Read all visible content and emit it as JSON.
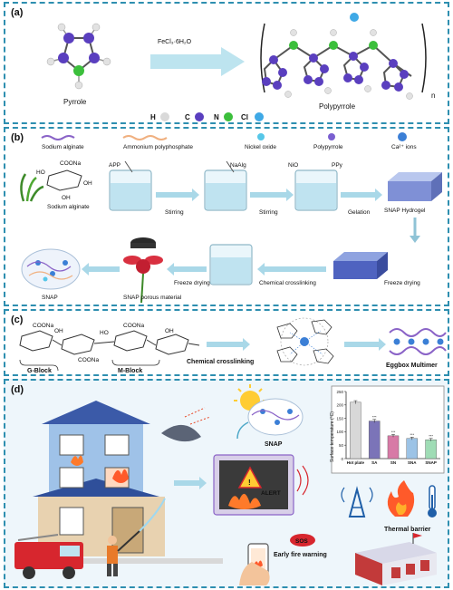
{
  "panel_a": {
    "tag": "(a)",
    "reactant": "Pyrrole",
    "reagent": "FeCl₃·6H₂O",
    "product": "Polypyrrole",
    "subscript_n": "n",
    "legend": [
      {
        "label": "H",
        "color": "#d9d9d9"
      },
      {
        "label": "C",
        "color": "#5a3fbf"
      },
      {
        "label": "N",
        "color": "#3cbf3c"
      },
      {
        "label": "Cl",
        "color": "#3fa9e6"
      }
    ]
  },
  "panel_b": {
    "tag": "(b)",
    "legend": [
      {
        "label": "Sodium alginate",
        "color": "#8a63c7"
      },
      {
        "label": "Ammonium polyphosphate",
        "color": "#f0b080"
      },
      {
        "label": "Nickel oxide",
        "color": "#57c7e8"
      },
      {
        "label": "Polypyrrole",
        "color": "#7a5fd0"
      },
      {
        "label": "Ca²⁺ ions",
        "color": "#3b7fd6"
      }
    ],
    "sa_label": "Sodium alginate",
    "sa_groups": [
      "COONa",
      "OH",
      "OH",
      "HO"
    ],
    "additions": [
      "APP",
      "NaAlg",
      "NiO",
      "PPy"
    ],
    "steps_top": [
      "Stirring",
      "Stirring",
      "Gelation"
    ],
    "hydrogel": "SNAP Hydrogel",
    "steps_bottom": [
      "Freeze drying",
      "Chemical crosslinking",
      "Freeze drying"
    ],
    "porous": "SNAP porous material",
    "snap": "SNAP"
  },
  "panel_c": {
    "tag": "(c)",
    "g_block": "G-Block",
    "m_block": "M-Block",
    "groups": [
      "COONa",
      "COONa",
      "COONa",
      "OH",
      "HO",
      "OH"
    ],
    "step": "Chemical crosslinking",
    "result": "Eggbox Multimer"
  },
  "panel_d": {
    "tag": "(d)",
    "snap": "SNAP",
    "alert": "ALERT",
    "sos": "SOS",
    "warning": "Early fire warning",
    "barrier": "Thermal barrier",
    "chart_data": {
      "type": "bar",
      "categories": [
        "Hot plate",
        "SA",
        "SN",
        "SNA",
        "SNAP"
      ],
      "values": [
        210,
        140,
        85,
        75,
        70
      ],
      "errors": [
        6,
        6,
        5,
        5,
        5
      ],
      "colors": [
        "#d8d8d8",
        "#7b74b8",
        "#d77aa6",
        "#9cc3e6",
        "#9fdcb5"
      ],
      "significance": [
        "",
        "***",
        "***",
        "***",
        "***"
      ],
      "ylabel": "Surface temperature (°C)",
      "yticks": [
        "0",
        "50",
        "100",
        "150",
        "200",
        "250"
      ],
      "ylim": [
        0,
        250
      ]
    }
  }
}
